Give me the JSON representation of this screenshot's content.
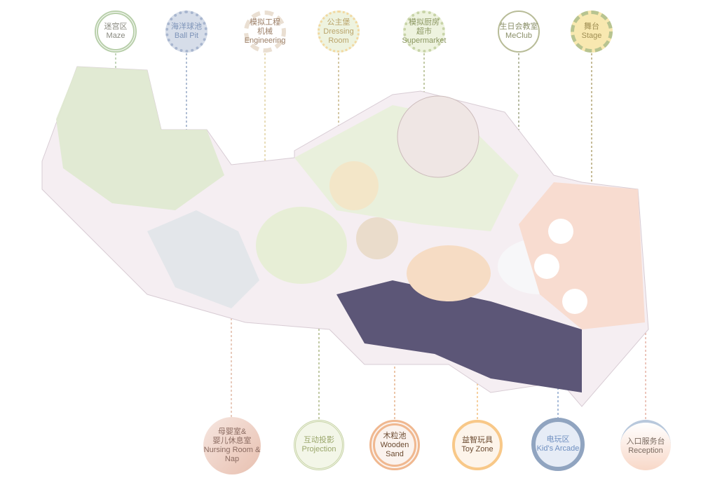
{
  "top_zones": [
    {
      "cn": "迷宫区",
      "en": "Maze",
      "color": "#9bb98c"
    },
    {
      "cn": "海洋球池",
      "en": "Ball Pit",
      "color": "#7d93b8"
    },
    {
      "cn": "模拟工程机械",
      "en": "Engineering",
      "color": "#b39b82"
    },
    {
      "cn": "公主堡",
      "en": "Dressing Room",
      "color": "#b9a36a"
    },
    {
      "cn": "模拟厨房超市",
      "en": "Supermarket",
      "color": "#9aa66a"
    },
    {
      "cn": "生日会教室",
      "en": "MeClub",
      "color": "#8a8f68"
    },
    {
      "cn": "舞台",
      "en": "Stage",
      "color": "#a08f54"
    }
  ],
  "bottom_zones": [
    {
      "cn": "母婴室&",
      "cn2": "婴儿休息室",
      "en": "Nursing Room &",
      "en2": "Nap",
      "color": "#8a6a60"
    },
    {
      "cn": "互动投影",
      "en": "Projection",
      "color": "#9aa66a"
    },
    {
      "cn": "木粒池",
      "en": "Wooden Sand",
      "color": "#6b4a30"
    },
    {
      "cn": "益智玩具",
      "en": "Toy Zone",
      "color": "#6b4a30"
    },
    {
      "cn": "电玩区",
      "en": "Kid's Arcade",
      "color": "#6f8fc0"
    },
    {
      "cn": "入口服务台",
      "en": "Reception",
      "color": "#7a6a60"
    }
  ]
}
